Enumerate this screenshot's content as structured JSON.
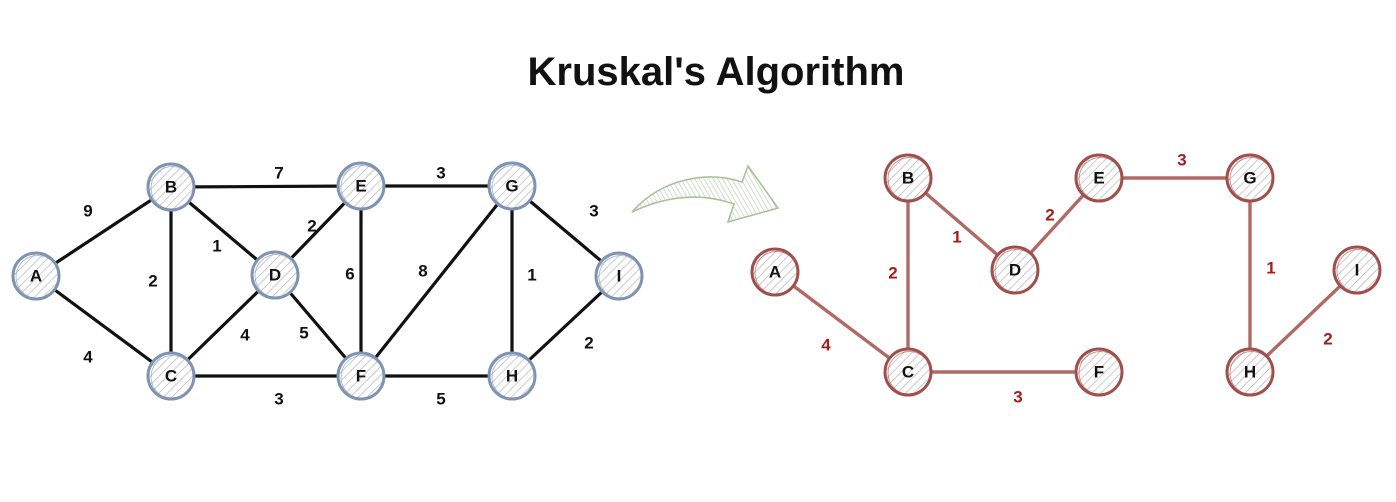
{
  "title": "Kruskal's Algorithm",
  "colors": {
    "graph_edge": "#111111",
    "graph_node_stroke": "#7f93b3",
    "graph_node_hatch": "#a9a9a9",
    "mst_edge": "#b06a66",
    "mst_node_stroke": "#a0504c",
    "mst_weight": "#a01e1e",
    "arrow": "#a8c29a"
  },
  "graph": {
    "nodes": [
      "A",
      "B",
      "C",
      "D",
      "E",
      "F",
      "G",
      "H",
      "I"
    ],
    "edges": [
      {
        "from": "A",
        "to": "B",
        "weight": "9"
      },
      {
        "from": "A",
        "to": "C",
        "weight": "4"
      },
      {
        "from": "B",
        "to": "C",
        "weight": "2"
      },
      {
        "from": "B",
        "to": "D",
        "weight": "1"
      },
      {
        "from": "B",
        "to": "E",
        "weight": "7"
      },
      {
        "from": "C",
        "to": "D",
        "weight": "4"
      },
      {
        "from": "C",
        "to": "F",
        "weight": "3"
      },
      {
        "from": "D",
        "to": "E",
        "weight": "2"
      },
      {
        "from": "D",
        "to": "F",
        "weight": "5"
      },
      {
        "from": "E",
        "to": "F",
        "weight": "6"
      },
      {
        "from": "E",
        "to": "G",
        "weight": "3"
      },
      {
        "from": "F",
        "to": "G",
        "weight": "8"
      },
      {
        "from": "F",
        "to": "H",
        "weight": "5"
      },
      {
        "from": "G",
        "to": "H",
        "weight": "1"
      },
      {
        "from": "G",
        "to": "I",
        "weight": "3"
      },
      {
        "from": "H",
        "to": "I",
        "weight": "2"
      }
    ]
  },
  "mst": {
    "nodes": [
      "A",
      "B",
      "C",
      "D",
      "E",
      "F",
      "G",
      "H",
      "I"
    ],
    "edges": [
      {
        "from": "A",
        "to": "C",
        "weight": "4"
      },
      {
        "from": "B",
        "to": "C",
        "weight": "2"
      },
      {
        "from": "B",
        "to": "D",
        "weight": "1"
      },
      {
        "from": "D",
        "to": "E",
        "weight": "2"
      },
      {
        "from": "C",
        "to": "F",
        "weight": "3"
      },
      {
        "from": "E",
        "to": "G",
        "weight": "3"
      },
      {
        "from": "G",
        "to": "H",
        "weight": "1"
      },
      {
        "from": "H",
        "to": "I",
        "weight": "2"
      }
    ]
  }
}
